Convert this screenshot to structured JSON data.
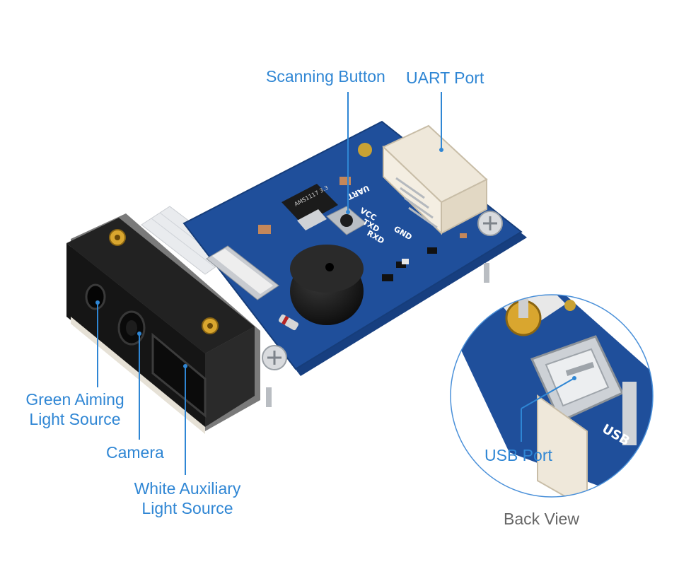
{
  "labels": {
    "scanning_button": "Scanning Button",
    "uart_port": "UART Port",
    "green_aiming_line1": "Green Aiming",
    "green_aiming_line2": "Light Source",
    "camera": "Camera",
    "white_aux_line1": "White Auxiliary",
    "white_aux_line2": "Light Source",
    "usb_port": "USB Port",
    "back_view": "Back View"
  },
  "silkscreen": {
    "uart": "UART",
    "vcc": "VCC",
    "txd": "TXD",
    "rxd": "RXD",
    "gnd": "GND",
    "chip": "AMS1117 3.3",
    "usb_mark": "USB"
  },
  "colors": {
    "label_blue": "#2f86d4",
    "pcb_blue": "#1f4f9b",
    "caption_gray": "#666666"
  }
}
